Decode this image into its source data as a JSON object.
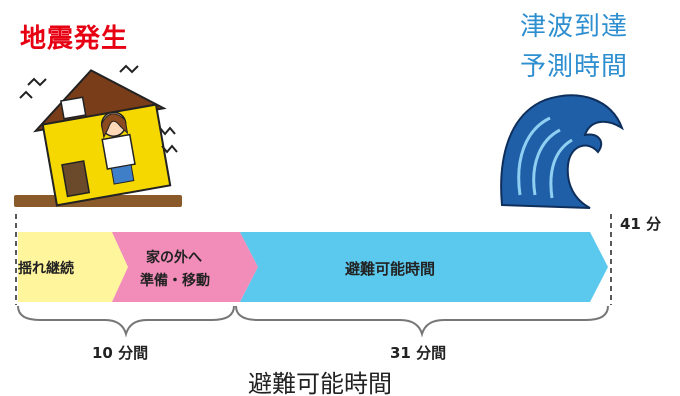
{
  "event_labels": {
    "earthquake": "地震発生",
    "tsunami_line1": "津波到達",
    "tsunami_line2": "予測時間"
  },
  "timeline": {
    "end_marker": "41 分",
    "segments": [
      {
        "label": "揺れ継続",
        "color": "#fff59d"
      },
      {
        "label_line1": "家の外へ",
        "label_line2": "準備・移動",
        "color": "#f28cb8"
      },
      {
        "label": "避難可能時間",
        "color": "#5bc8ee"
      }
    ]
  },
  "braces": {
    "first": "10 分間",
    "second": "31 分間"
  },
  "caption": "避難可能時間",
  "colors": {
    "earthquake_title": "#e60012",
    "tsunami_title": "#2e8fd0",
    "wave": "#1f5fa8",
    "house": "#f5d800"
  }
}
